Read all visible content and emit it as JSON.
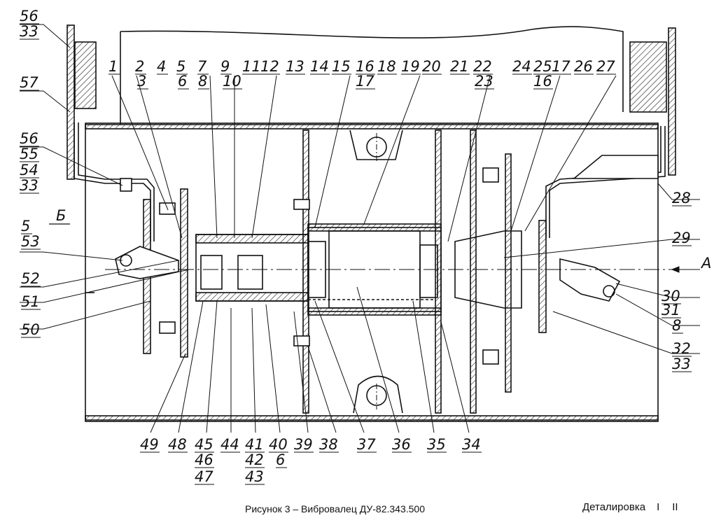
{
  "caption": "Рисунок 3 – Вибровалец ДУ-82.343.500",
  "nav": {
    "title": "Деталировка",
    "links": [
      "I",
      "II"
    ]
  },
  "view_labels": {
    "b": "Б",
    "a": "А"
  },
  "callouts": {
    "top": [
      "1",
      "2",
      "3",
      "4",
      "5",
      "6",
      "7",
      "8",
      "9",
      "10",
      "11",
      "12",
      "13",
      "14",
      "15",
      "16",
      "17",
      "18",
      "19",
      "20",
      "21",
      "22",
      "23",
      "24",
      "25",
      "16",
      "17",
      "26",
      "27"
    ],
    "left": [
      "56",
      "33",
      "57",
      "56",
      "55",
      "54",
      "33",
      "5",
      "53",
      "52",
      "51",
      "50"
    ],
    "right": [
      "28",
      "29",
      "30",
      "31",
      "8",
      "32",
      "33"
    ],
    "bottom": [
      "49",
      "48",
      "45",
      "46",
      "47",
      "44",
      "41",
      "42",
      "43",
      "40",
      "6",
      "39",
      "38",
      "37",
      "36",
      "35",
      "34"
    ]
  }
}
